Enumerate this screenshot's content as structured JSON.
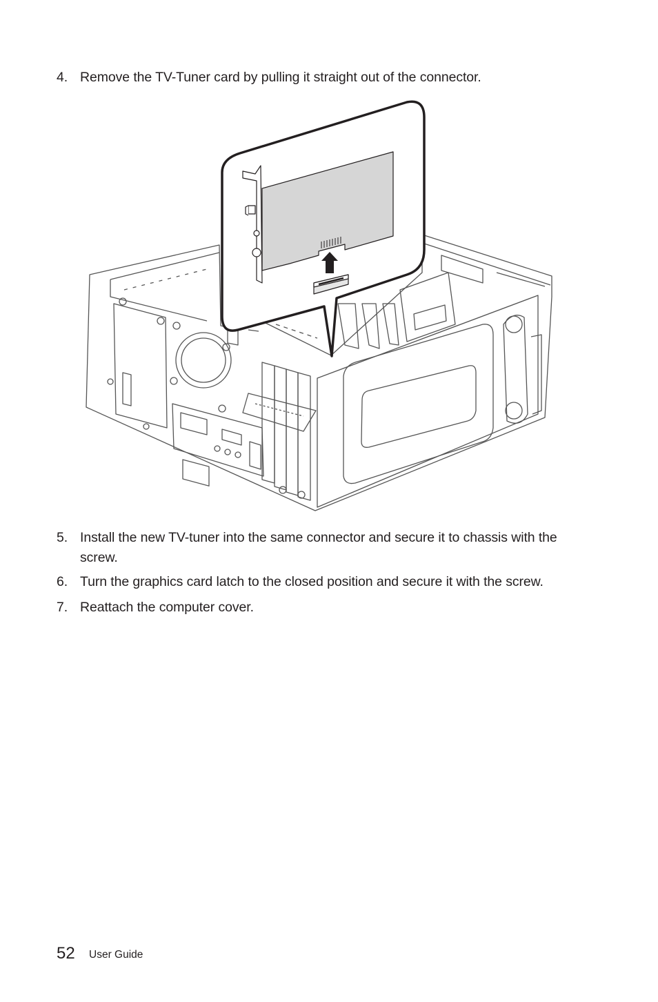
{
  "steps": [
    {
      "number": "4.",
      "text": "Remove the TV-Tuner card by pulling it straight out of the connector."
    },
    {
      "number": "5.",
      "text": "Install the new TV-tuner into the same connector and secure it to chassis with the screw."
    },
    {
      "number": "6.",
      "text": "Turn the graphics card latch to the closed position and secure it with the screw."
    },
    {
      "number": "7.",
      "text": "Reattach the computer cover."
    }
  ],
  "footer": {
    "page_number": "52",
    "label": "User Guide"
  }
}
